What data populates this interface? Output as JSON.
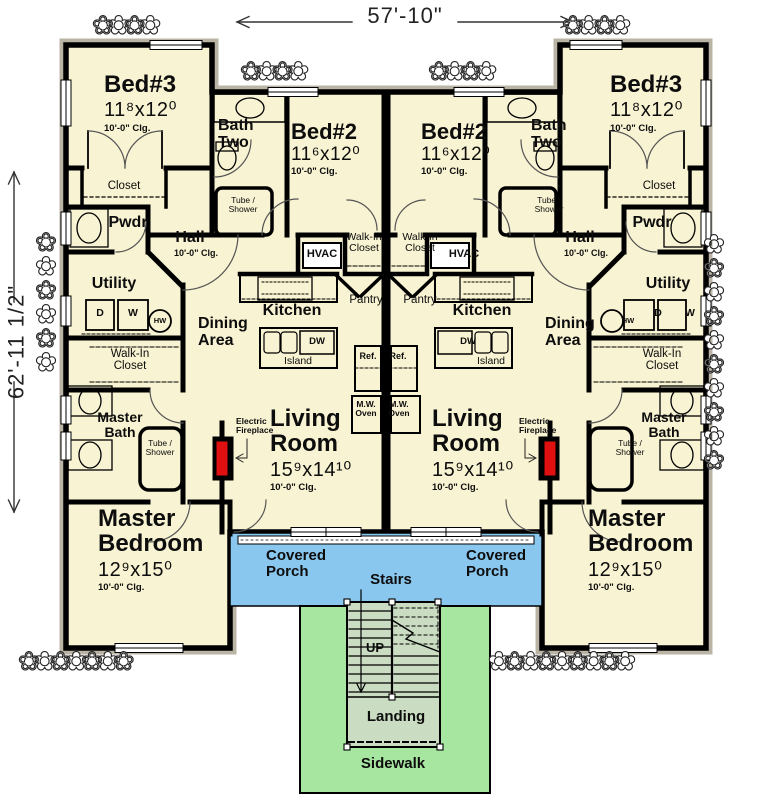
{
  "dimensions": {
    "overall_width": "57'-10\"",
    "overall_depth": "62'-11 1/2\""
  },
  "rooms": {
    "bed3": {
      "name": "Bed#3",
      "size": "11⁸x12⁰",
      "ceiling": "10'-0\" Clg."
    },
    "bed2": {
      "name": "Bed#2",
      "size": "11⁶x12⁰",
      "ceiling": "10'-0\" Clg."
    },
    "living_room": {
      "name": "Living Room",
      "size": "15⁹x14¹⁰",
      "ceiling": "10'-0\" Clg."
    },
    "master_bedroom": {
      "name": "Master Bedroom",
      "size": "12⁹x15⁰",
      "ceiling": "10'-0\" Clg."
    },
    "hall": {
      "name": "Hall",
      "ceiling": "10'-0\" Clg."
    },
    "bath_two": "Bath Two",
    "closet": "Closet",
    "pwdr": "Pwdr",
    "walk_in_closet": "Walk-In Closet",
    "utility": "Utility",
    "kitchen": "Kitchen",
    "pantry": "Pantry",
    "dining_area": "Dining Area",
    "master_bath": "Master Bath",
    "covered_porch": "Covered Porch"
  },
  "fixtures": {
    "hvac": "HVAC",
    "dryer": "D",
    "washer": "W",
    "water_heater": "HW",
    "dishwasher": "DW",
    "island": "Island",
    "refrigerator": "Ref.",
    "microwave": "M.W. Oven",
    "tub_shower": "Tube / Shower",
    "electric_fireplace": "Electric Fireplace"
  },
  "site": {
    "stairs": "Stairs",
    "up": "UP",
    "landing": "Landing",
    "sidewalk": "Sidewalk"
  },
  "decor": {
    "bush_row_4": "❀✿❀✿",
    "bush_col_6": "❀✿❀✿❀✿",
    "bush_col_10": "✿❀✿❀✿❀✿❀✿❀",
    "bush_row_7": "❀✿❀✿❀✿❀",
    "bush_row_9": "✿❀✿❀✿❀✿❀✿"
  },
  "colors": {
    "wall": "#000000",
    "floor": "#f8f3d2",
    "porch_blue": "#8ac7ef",
    "sidewalk_green": "#a7e6a0",
    "stair_fill": "#cadcc1",
    "fireplace_red": "#e01010"
  }
}
